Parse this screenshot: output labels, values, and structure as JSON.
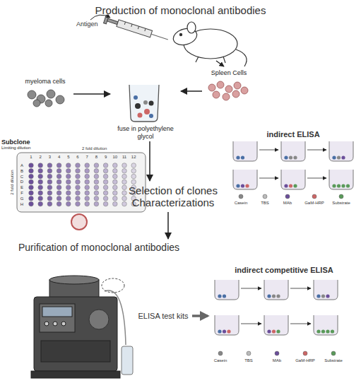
{
  "diagram": {
    "title": "Production of monoclonal antibodies",
    "nodes": [
      {
        "text": [
          "myeloma cells"
        ]
      },
      {
        "text": [
          "fuse in polyethylene glycol"
        ]
      },
      {
        "text": [
          "Spleen Cells"
        ]
      },
      {
        "text": [
          "Subclone",
          "Limiting dilution"
        ]
      },
      {
        "text": [
          "indirect ELISA"
        ]
      },
      {
        "text": [
          "Selection of clones",
          "Characterizations"
        ]
      },
      {
        "text": [
          "Purification of monoclonal antibodies"
        ]
      },
      {
        "text": [
          "ELISA test kits"
        ]
      },
      {
        "text": [
          "indirect competitive ELISA"
        ]
      }
    ],
    "edges": [
      {
        "from": 0,
        "to": 1,
        "arrow": "to"
      },
      {
        "from": 2,
        "to": 1,
        "arrow": "to"
      },
      {
        "from": 1,
        "to": 5,
        "arrow": "to"
      },
      {
        "from": 5,
        "to": 6,
        "arrow": "to"
      },
      {
        "from": 7,
        "to": 8,
        "arrow": "to"
      }
    ],
    "labels": [
      "Antigen",
      "2 fold dilution",
      "2 fold dilution",
      "1",
      "2",
      "3",
      "4",
      "5",
      "6",
      "7",
      "8",
      "9",
      "10",
      "11",
      "12",
      "A",
      "B",
      "C",
      "D",
      "E",
      "F",
      "G",
      "H",
      "Casein",
      "TBS",
      "MAb",
      "GaM-HRP",
      "Substrate",
      "Casein",
      "TBS",
      "MAb",
      "GaM-HRP",
      "Substrate"
    ]
  }
}
